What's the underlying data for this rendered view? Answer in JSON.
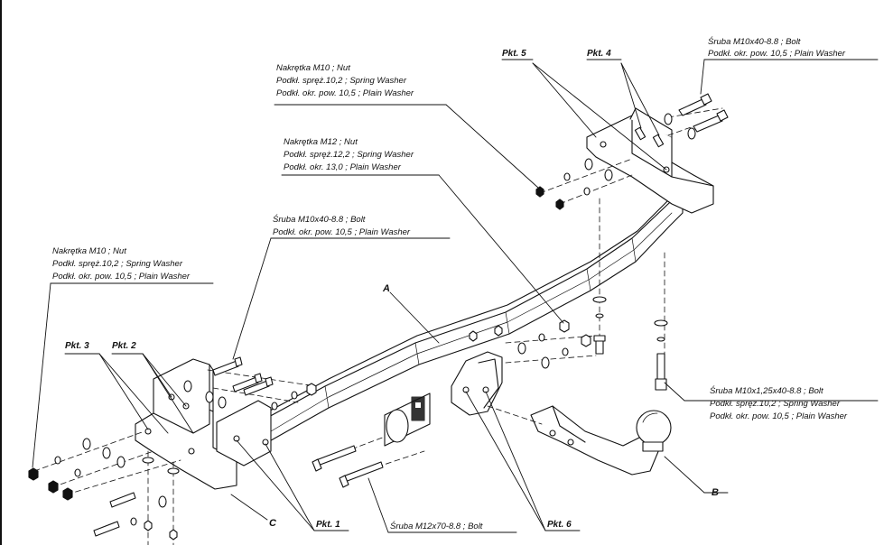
{
  "labels": {
    "top_right": [
      "Śruba M10x40-8.8 ;  Bolt",
      "Podkł. okr. pow. 10,5 ; Plain Washer"
    ],
    "top_middle": [
      "Nakrętka  M10 ; Nut",
      "Podkł. spręż.10,2 ; Spring Washer",
      "Podkł. okr. pow. 10,5 ; Plain Washer"
    ],
    "middle": [
      "Nakrętka  M12 ; Nut",
      "Podkł. spręż.12,2 ; Spring Washer",
      "Podkł. okr.  13,0 ; Plain Washer"
    ],
    "center_bolt": [
      "Śruba M10x40-8.8 ;  Bolt",
      "Podkł. okr. pow. 10,5 ; Plain Washer"
    ],
    "left": [
      "Nakrętka  M10 ; Nut",
      "Podkł. spręż.10,2 ; Spring Washer",
      "Podkł. okr. pow. 10,5 ; Plain Washer"
    ],
    "right_lower": [
      "Śruba M10x1,25x40-8.8 ;  Bolt",
      "Podkł. spręż.10,2 ; Spring Washer",
      "Podkł. okr. pow. 10,5 ; Plain Washer"
    ],
    "bottom_bolt": "Śruba M12x70-8.8 ;  Bolt"
  },
  "points": {
    "pkt1": "Pkt. 1",
    "pkt2": "Pkt. 2",
    "pkt3": "Pkt. 3",
    "pkt4": "Pkt. 4",
    "pkt5": "Pkt. 5",
    "pkt6": "Pkt. 6"
  },
  "parts": {
    "a": "A",
    "b": "B",
    "c": "C"
  }
}
